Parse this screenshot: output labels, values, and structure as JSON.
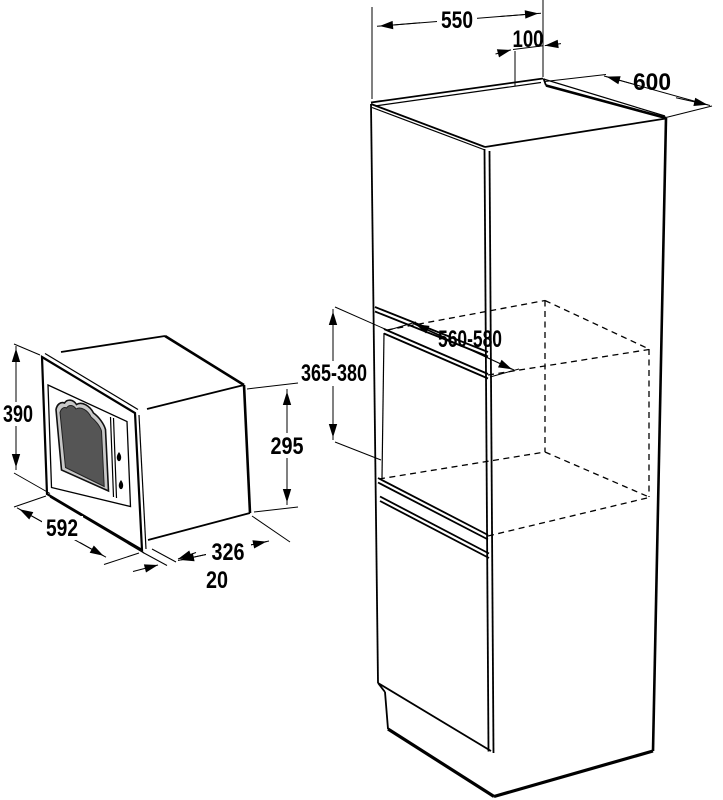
{
  "cabinet_dims": {
    "top_depth": "550",
    "rear_cutout": "100",
    "side_depth": "600",
    "niche_width": "560-580",
    "niche_height": "365-380"
  },
  "oven_dims": {
    "front_height": "390",
    "front_width": "592",
    "body_depth": "326",
    "frame_overhang": "20",
    "body_height": "295"
  },
  "colors": {
    "line": "#000000",
    "window_glass": "#555555",
    "window_trim": "#c8c8c8",
    "background": "#ffffff"
  }
}
